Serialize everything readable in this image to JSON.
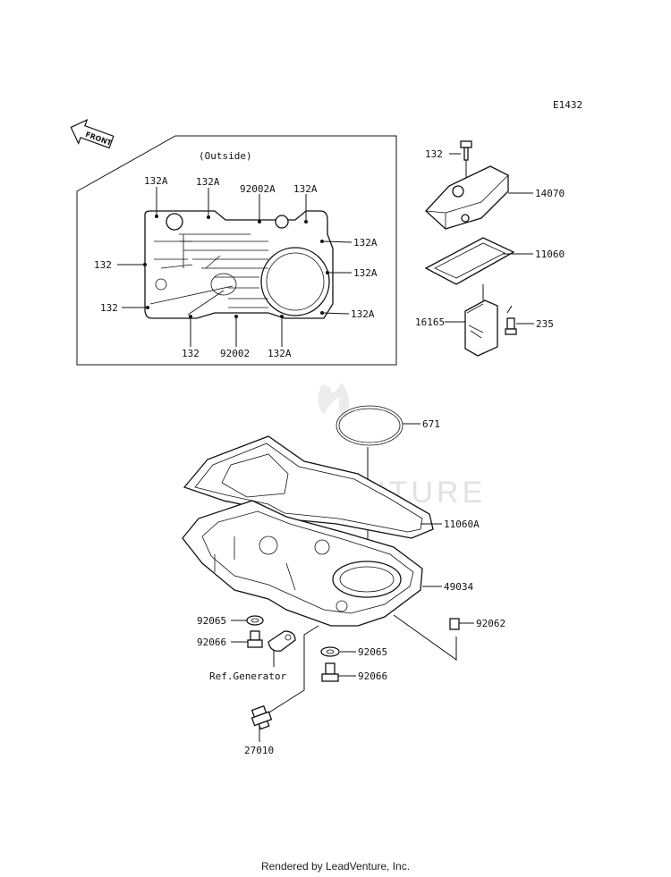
{
  "diagram_code": "E1432",
  "front_label": "FRONT",
  "inset_title": "(Outside)",
  "watermark": "LEADVENTURE",
  "footer": "Rendered by LeadVenture, Inc.",
  "inset_labels": {
    "c132a_1": "132A",
    "c132a_2": "132A",
    "c92002a": "92002A",
    "c132a_3": "132A",
    "c132a_4": "132A",
    "c132a_5": "132A",
    "c132a_6": "132A",
    "c132_1": "132",
    "c132_2": "132",
    "c132_3": "132",
    "c92002": "92002",
    "c132a_7": "132A"
  },
  "cover_labels": {
    "bolt": "132",
    "cover": "14070",
    "gasket": "11060",
    "plate": "16165",
    "screw": "235"
  },
  "pan_labels": {
    "oring": "671",
    "pan_gasket": "11060A",
    "oil_pan": "49034",
    "washer_left": "92065",
    "plug_left": "92066",
    "ref_generator": "Ref.Generator",
    "washer_right": "92065",
    "plug_right": "92066",
    "plug_small": "92062",
    "switch": "27010"
  }
}
